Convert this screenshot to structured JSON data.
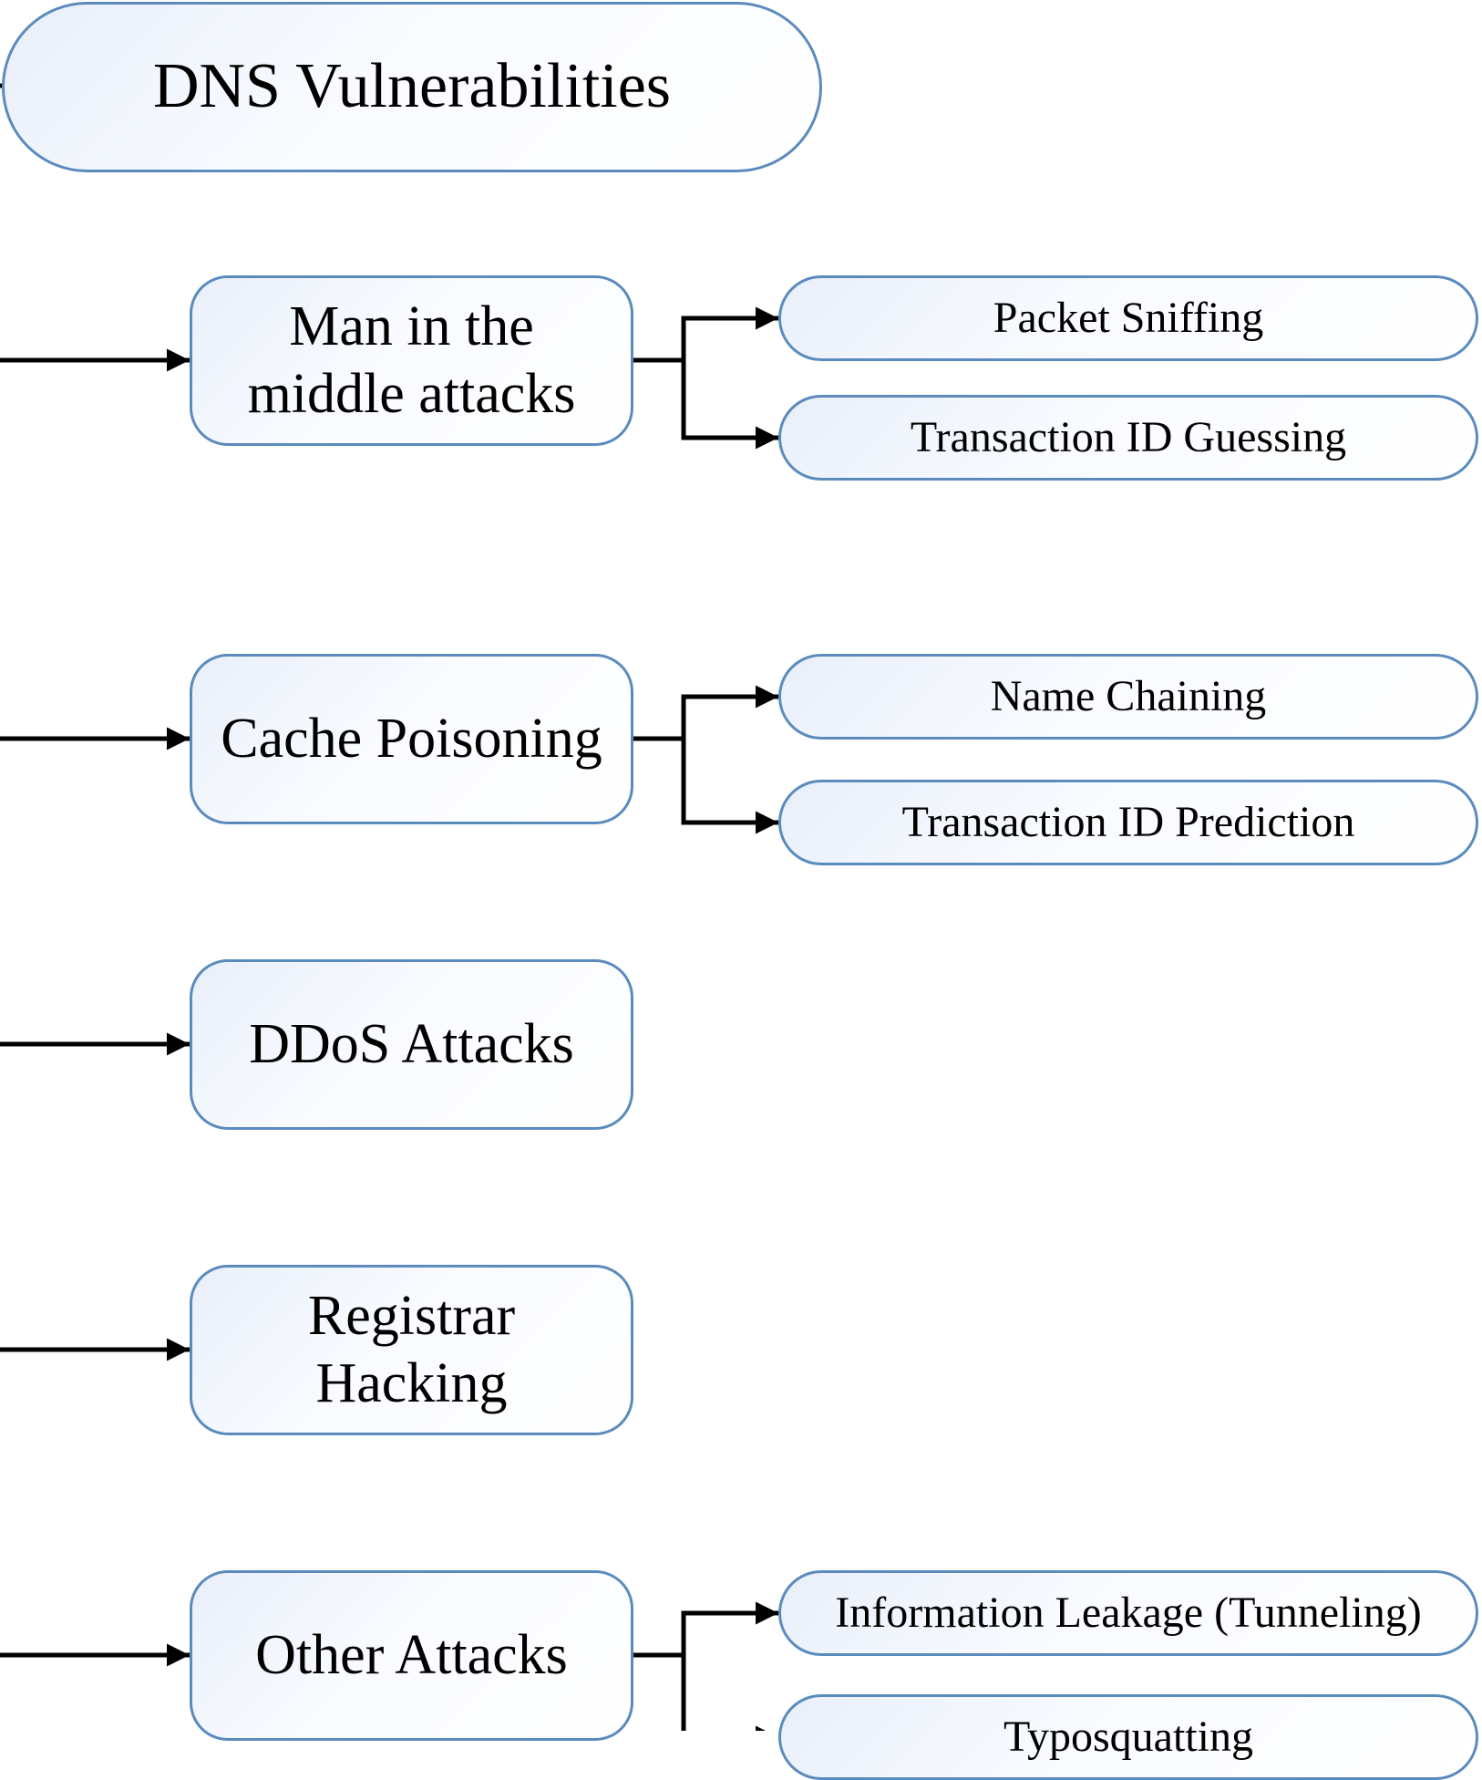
{
  "title": "DNS Vulnerabilities",
  "categories": [
    {
      "label_lines": [
        "Man in the",
        "middle attacks"
      ],
      "children": [
        "Packet Sniffing",
        "Transaction ID Guessing"
      ]
    },
    {
      "label_lines": [
        "Cache Poisoning"
      ],
      "children": [
        "Name Chaining",
        "Transaction ID Prediction"
      ]
    },
    {
      "label_lines": [
        "DDoS Attacks"
      ],
      "children": []
    },
    {
      "label_lines": [
        "Registrar",
        "Hacking"
      ],
      "children": []
    },
    {
      "label_lines": [
        "Other Attacks"
      ],
      "children": [
        "Information Leakage (Tunneling)",
        "Typosquatting"
      ]
    }
  ],
  "colors": {
    "node_border": "#5b8bbd",
    "node_fill_start": "#e9effa",
    "node_fill_end": "#ffffff",
    "connector": "#000000"
  }
}
